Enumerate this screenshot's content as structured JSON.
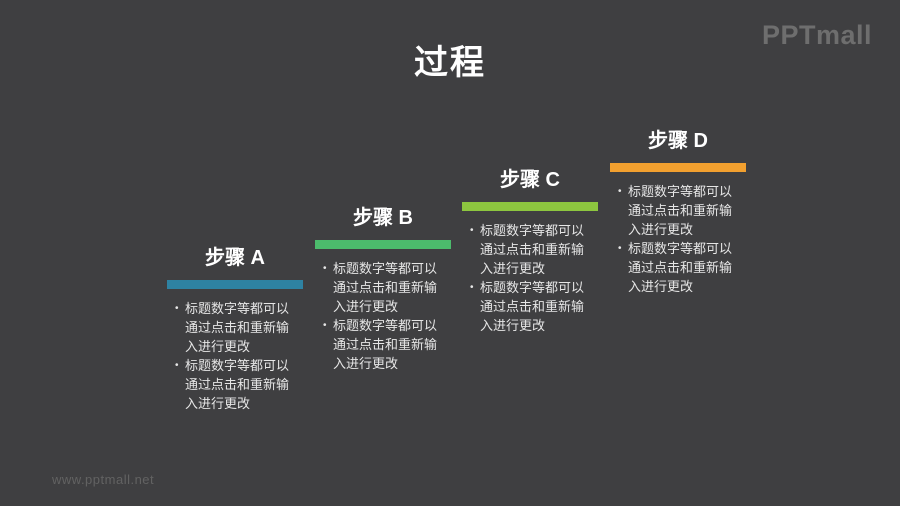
{
  "slide": {
    "title": "过程",
    "background_color": "#3F3F41"
  },
  "branding": {
    "logo_text": "PPTmall",
    "watermark_text": "www.pptmall.net"
  },
  "bullet_marker": "•",
  "steps": [
    {
      "label": "步骤 A",
      "accent_color": "#2E82A2",
      "bullets": [
        "标题数字等都可以通过点击和重新输入进行更改",
        "标题数字等都可以通过点击和重新输入进行更改"
      ]
    },
    {
      "label": "步骤 B",
      "accent_color": "#4CBB6C",
      "bullets": [
        "标题数字等都可以通过点击和重新输入进行更改",
        "标题数字等都可以通过点击和重新输入进行更改"
      ]
    },
    {
      "label": "步骤 C",
      "accent_color": "#8DC63F",
      "bullets": [
        "标题数字等都可以通过点击和重新输入进行更改",
        "标题数字等都可以通过点击和重新输入进行更改"
      ]
    },
    {
      "label": "步骤 D",
      "accent_color": "#F2A02F",
      "bullets": [
        "标题数字等都可以通过点击和重新输入进行更改",
        "标题数字等都可以通过点击和重新输入进行更改"
      ]
    }
  ]
}
